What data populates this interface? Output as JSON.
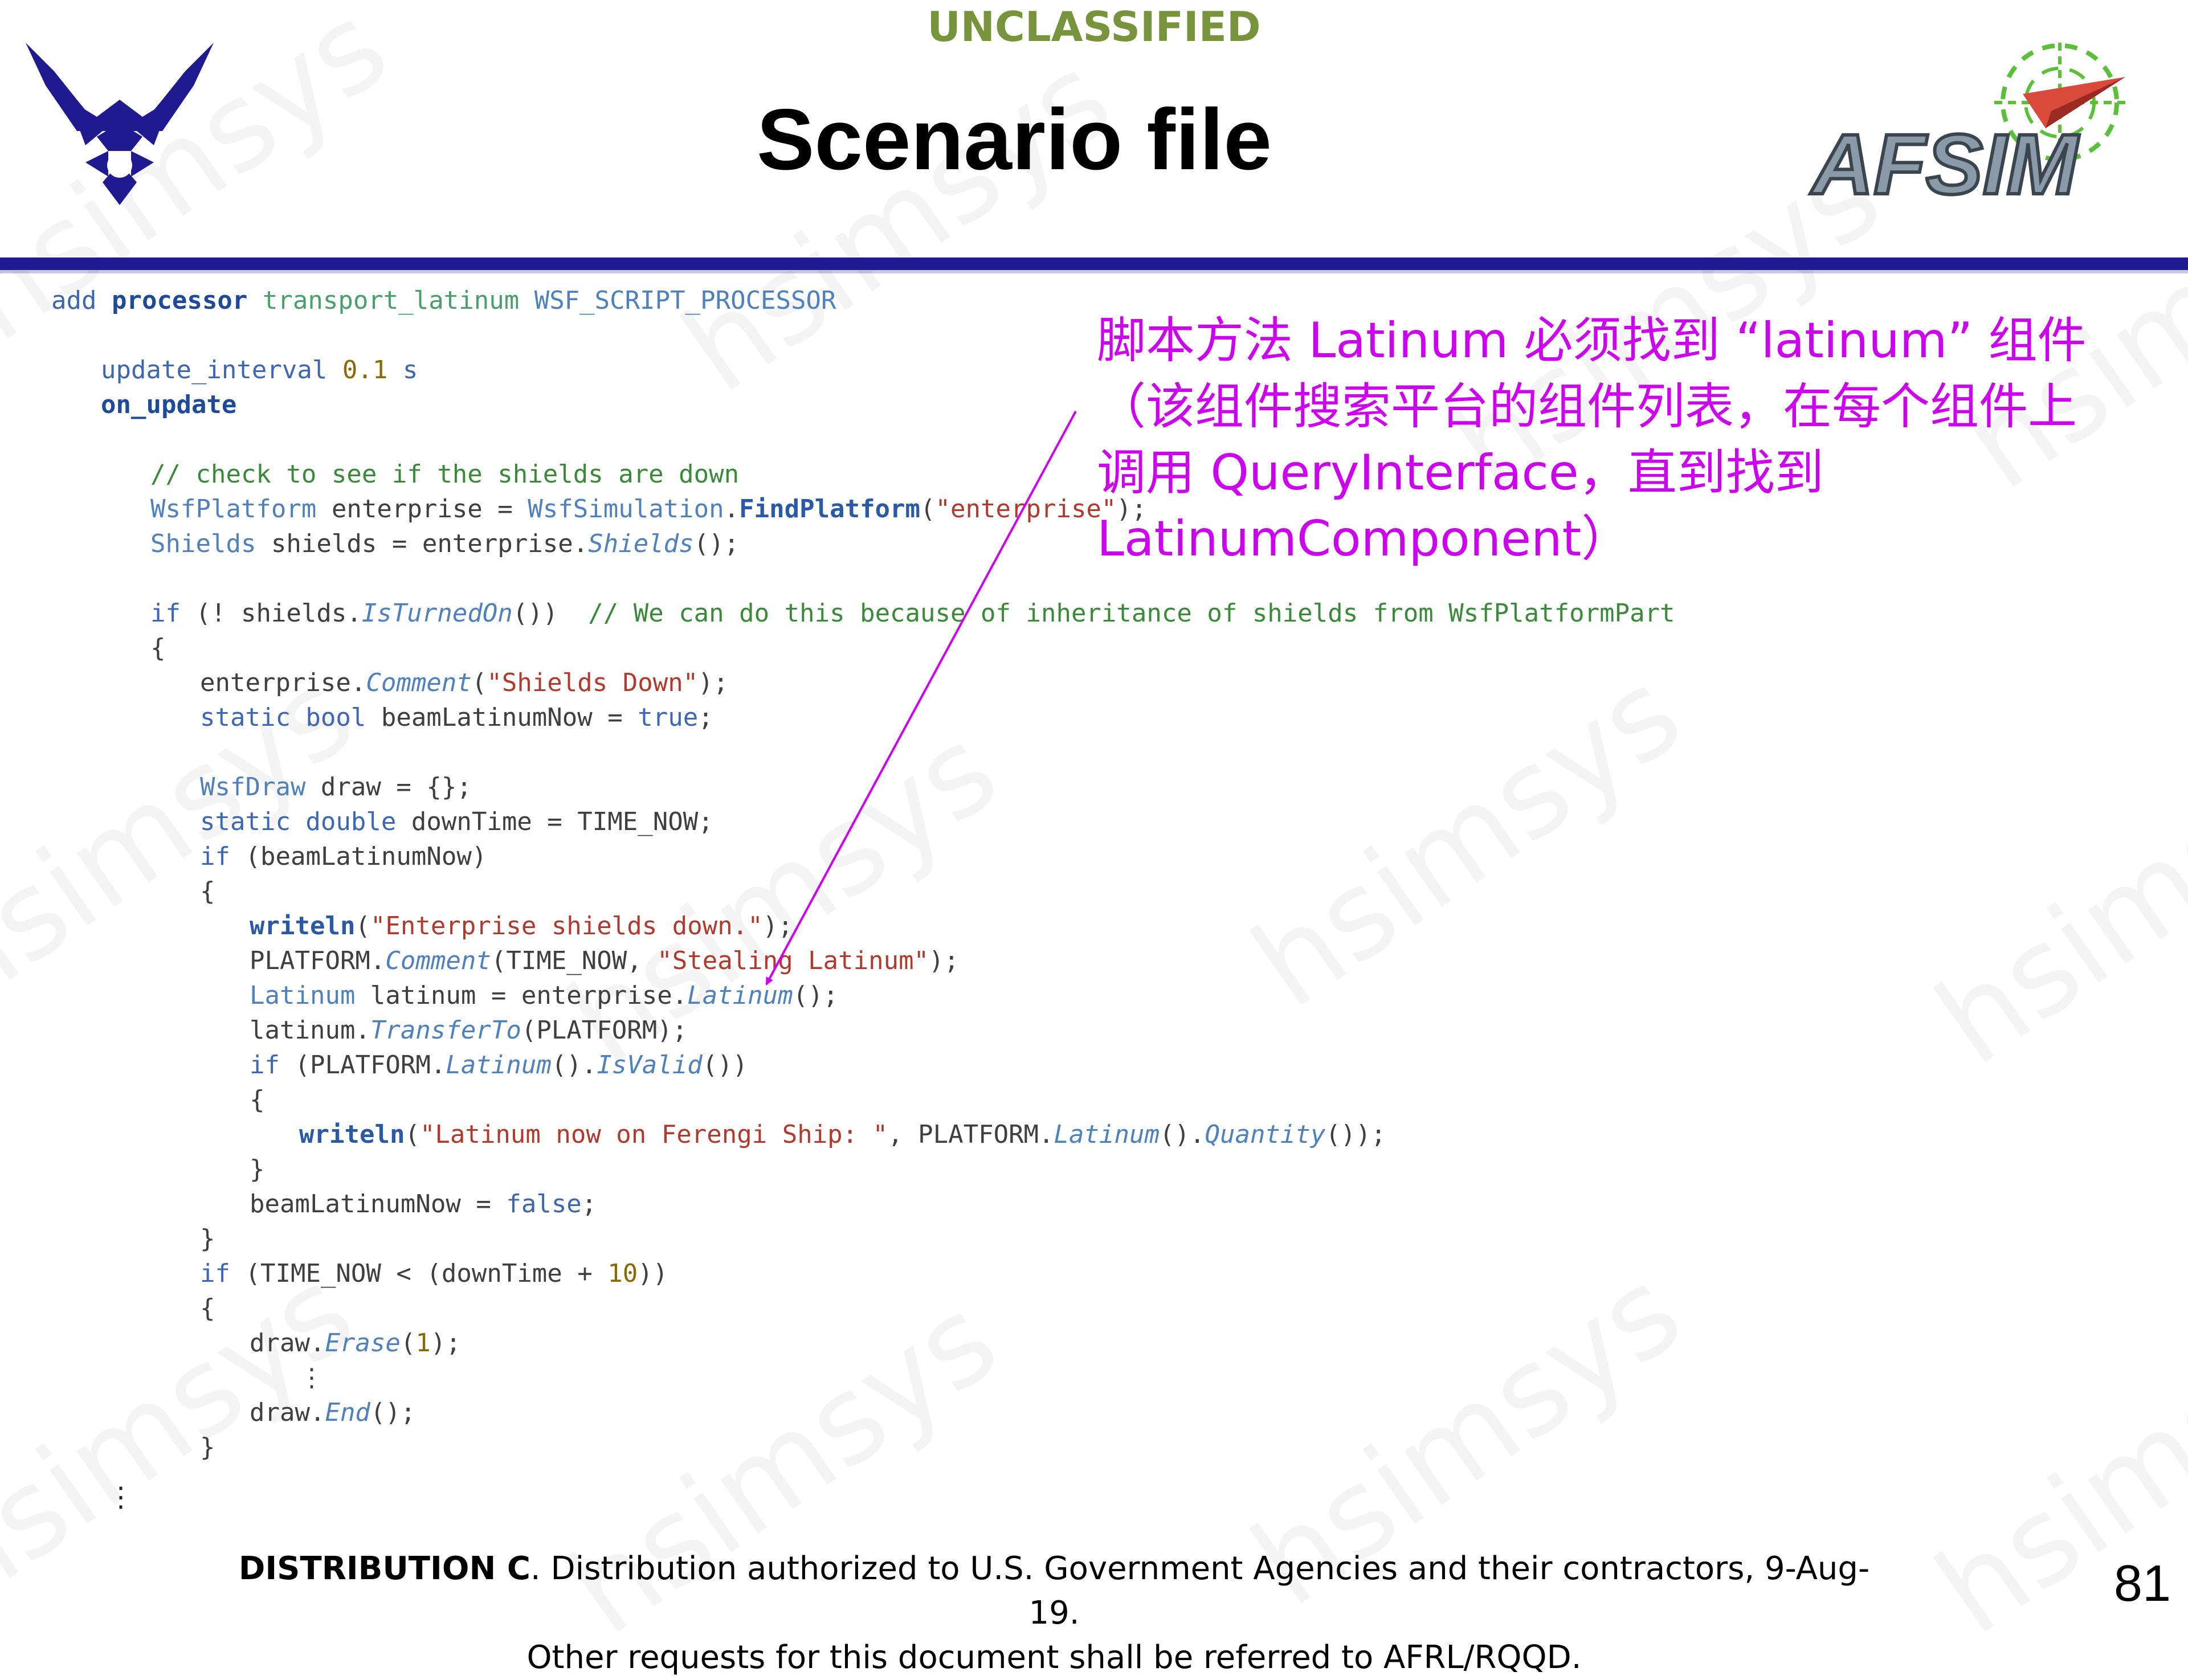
{
  "header": {
    "classification": "UNCLASSIFIED",
    "title": "Scenario file",
    "left_logo_icon": "us-air-force-symbol",
    "right_logo_icon": "afsim-logo",
    "right_logo_text": "AFSIM"
  },
  "colors": {
    "classification": "#77933c",
    "rule": "#1f1a8f",
    "annotation": "#cc00ee"
  },
  "watermark_text": "hsimsys",
  "annotation": {
    "text": "脚本方法 Latinum 必须找到 “latinum” 组件（该组件搜索平台的组件列表，在每个组件上调用 QueryInterface，直到找到 LatinumComponent）"
  },
  "code": {
    "lines": [
      {
        "indent": 0,
        "tokens": [
          [
            "kw",
            "add "
          ],
          [
            "kwb",
            "processor "
          ],
          [
            "id",
            "transport_latinum "
          ],
          [
            "tp",
            "WSF_SCRIPT_PROCESSOR"
          ]
        ]
      },
      {
        "indent": 0,
        "tokens": []
      },
      {
        "indent": 1,
        "tokens": [
          [
            "kw",
            "update_interval "
          ],
          [
            "nm",
            "0.1 "
          ],
          [
            "kw",
            "s"
          ]
        ]
      },
      {
        "indent": 1,
        "tokens": [
          [
            "kwb",
            "on_update"
          ]
        ]
      },
      {
        "indent": 0,
        "tokens": []
      },
      {
        "indent": 2,
        "tokens": [
          [
            "cm",
            "// check to see if the shields are down"
          ]
        ]
      },
      {
        "indent": 2,
        "tokens": [
          [
            "tp",
            "WsfPlatform "
          ],
          [
            "pl",
            "enterprise = "
          ],
          [
            "tp",
            "WsfSimulation"
          ],
          [
            "pl",
            "."
          ],
          [
            "fnb",
            "FindPlatform"
          ],
          [
            "pl",
            "("
          ],
          [
            "st",
            "\"enterprise\""
          ],
          [
            "pl",
            ");"
          ]
        ]
      },
      {
        "indent": 2,
        "tokens": [
          [
            "tp",
            "Shields "
          ],
          [
            "pl",
            "shields = enterprise."
          ],
          [
            "it",
            "Shields"
          ],
          [
            "pl",
            "();"
          ]
        ]
      },
      {
        "indent": 0,
        "tokens": []
      },
      {
        "indent": 2,
        "tokens": [
          [
            "kw",
            "if "
          ],
          [
            "pl",
            "(! shields."
          ],
          [
            "it",
            "IsTurnedOn"
          ],
          [
            "pl",
            "())  "
          ],
          [
            "cm",
            "// We can do this because of inheritance of shields from WsfPlatformPart"
          ]
        ]
      },
      {
        "indent": 2,
        "tokens": [
          [
            "pl",
            "{"
          ]
        ]
      },
      {
        "indent": 3,
        "tokens": [
          [
            "pl",
            "enterprise."
          ],
          [
            "it",
            "Comment"
          ],
          [
            "pl",
            "("
          ],
          [
            "st",
            "\"Shields Down\""
          ],
          [
            "pl",
            ");"
          ]
        ]
      },
      {
        "indent": 3,
        "tokens": [
          [
            "kw",
            "static bool "
          ],
          [
            "pl",
            "beamLatinumNow = "
          ],
          [
            "kw",
            "true"
          ],
          [
            "pl",
            ";"
          ]
        ]
      },
      {
        "indent": 0,
        "tokens": []
      },
      {
        "indent": 3,
        "tokens": [
          [
            "tp",
            "WsfDraw "
          ],
          [
            "pl",
            "draw = {};"
          ]
        ]
      },
      {
        "indent": 3,
        "tokens": [
          [
            "kw",
            "static double "
          ],
          [
            "pl",
            "downTime = TIME_NOW;"
          ]
        ]
      },
      {
        "indent": 3,
        "tokens": [
          [
            "kw",
            "if "
          ],
          [
            "pl",
            "(beamLatinumNow)"
          ]
        ]
      },
      {
        "indent": 3,
        "tokens": [
          [
            "pl",
            "{"
          ]
        ]
      },
      {
        "indent": 4,
        "tokens": [
          [
            "fnb",
            "writeln"
          ],
          [
            "pl",
            "("
          ],
          [
            "st",
            "\"Enterprise shields down.\""
          ],
          [
            "pl",
            ");"
          ]
        ]
      },
      {
        "indent": 4,
        "tokens": [
          [
            "pl",
            "PLATFORM."
          ],
          [
            "it",
            "Comment"
          ],
          [
            "pl",
            "(TIME_NOW, "
          ],
          [
            "st",
            "\"Stealing Latinum\""
          ],
          [
            "pl",
            ");"
          ]
        ]
      },
      {
        "indent": 4,
        "tokens": [
          [
            "tp",
            "Latinum "
          ],
          [
            "pl",
            "latinum = enterprise."
          ],
          [
            "it",
            "Latinum"
          ],
          [
            "pl",
            "();"
          ]
        ]
      },
      {
        "indent": 4,
        "tokens": [
          [
            "pl",
            "latinum."
          ],
          [
            "it",
            "TransferTo"
          ],
          [
            "pl",
            "(PLATFORM);"
          ]
        ]
      },
      {
        "indent": 4,
        "tokens": [
          [
            "kw",
            "if "
          ],
          [
            "pl",
            "(PLATFORM."
          ],
          [
            "it",
            "Latinum"
          ],
          [
            "pl",
            "()."
          ],
          [
            "it",
            "IsValid"
          ],
          [
            "pl",
            "())"
          ]
        ]
      },
      {
        "indent": 4,
        "tokens": [
          [
            "pl",
            "{"
          ]
        ]
      },
      {
        "indent": 5,
        "tokens": [
          [
            "fnb",
            "writeln"
          ],
          [
            "pl",
            "("
          ],
          [
            "st",
            "\"Latinum now on Ferengi Ship: \""
          ],
          [
            "pl",
            ", PLATFORM."
          ],
          [
            "it",
            "Latinum"
          ],
          [
            "pl",
            "()."
          ],
          [
            "it",
            "Quantity"
          ],
          [
            "pl",
            "());"
          ]
        ]
      },
      {
        "indent": 4,
        "tokens": [
          [
            "pl",
            "}"
          ]
        ]
      },
      {
        "indent": 4,
        "tokens": [
          [
            "pl",
            "beamLatinumNow = "
          ],
          [
            "kw",
            "false"
          ],
          [
            "pl",
            ";"
          ]
        ]
      },
      {
        "indent": 3,
        "tokens": [
          [
            "pl",
            "}"
          ]
        ]
      },
      {
        "indent": 3,
        "tokens": [
          [
            "kw",
            "if "
          ],
          [
            "pl",
            "(TIME_NOW < (downTime + "
          ],
          [
            "nm",
            "10"
          ],
          [
            "pl",
            "))"
          ]
        ]
      },
      {
        "indent": 3,
        "tokens": [
          [
            "pl",
            "{"
          ]
        ]
      },
      {
        "indent": 4,
        "tokens": [
          [
            "pl",
            "draw."
          ],
          [
            "it",
            "Erase"
          ],
          [
            "pl",
            "("
          ],
          [
            "nm",
            "1"
          ],
          [
            "pl",
            ");"
          ]
        ]
      },
      {
        "indent": 5,
        "tokens": [
          [
            "pl",
            "⋮"
          ]
        ]
      },
      {
        "indent": 4,
        "tokens": [
          [
            "pl",
            "draw."
          ],
          [
            "it",
            "End"
          ],
          [
            "pl",
            "();"
          ]
        ]
      },
      {
        "indent": 3,
        "tokens": [
          [
            "pl",
            "}"
          ]
        ]
      }
    ],
    "trailing_ellipsis": "⋮"
  },
  "footer": {
    "distribution_bold": "DISTRIBUTION C",
    "distribution_rest": ". Distribution authorized to U.S. Government Agencies and their contractors, 9-Aug-19.",
    "line2": "Other requests for this document shall be referred to AFRL/RQQD.",
    "page_number": "81"
  }
}
